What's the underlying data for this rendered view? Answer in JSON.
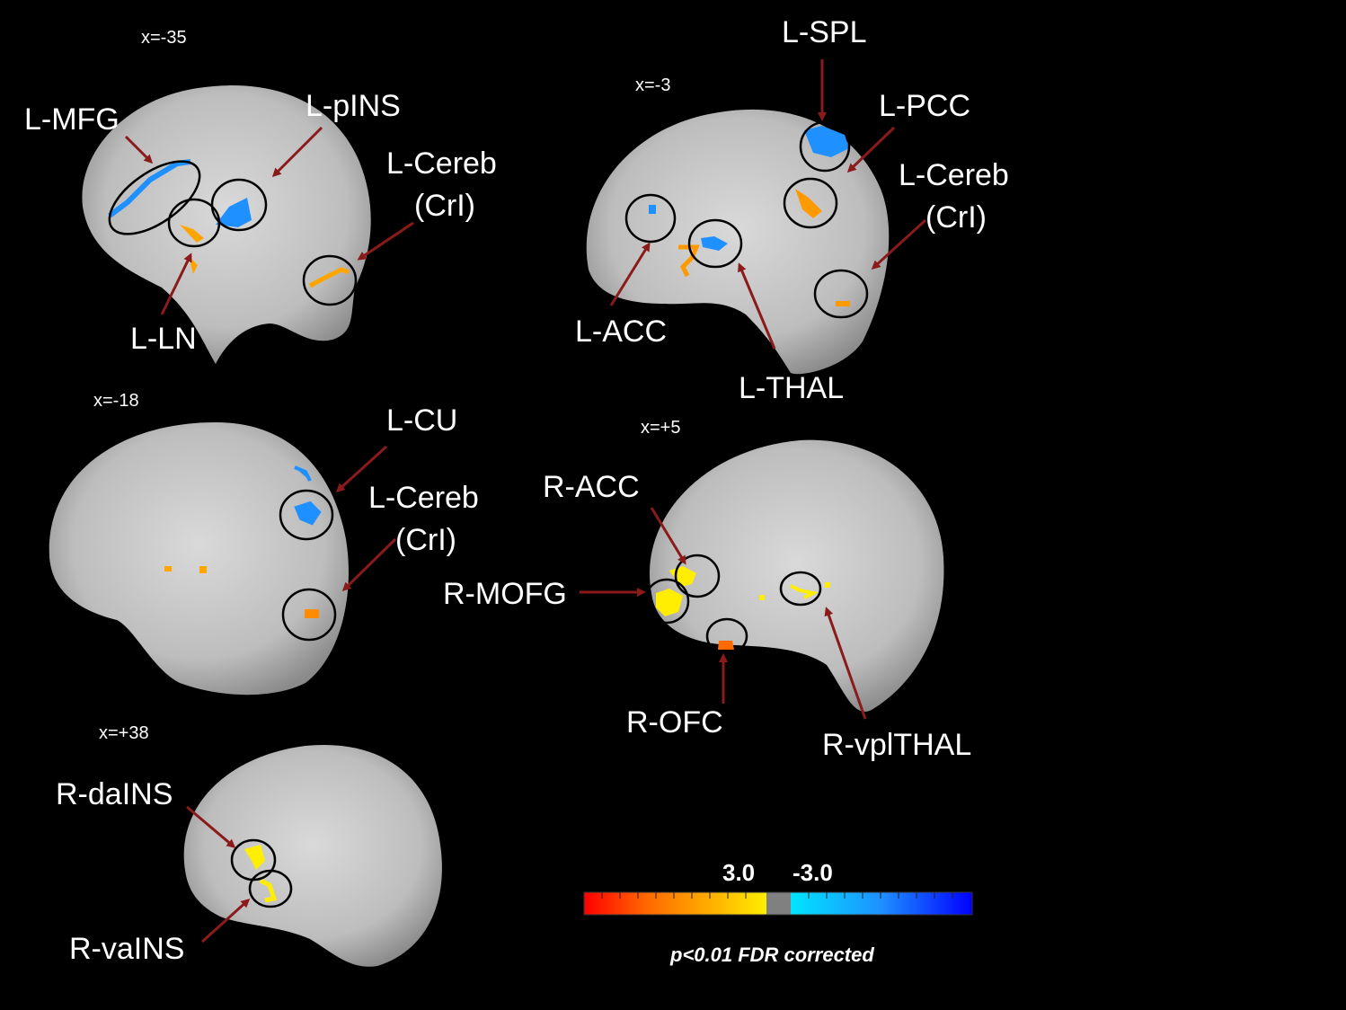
{
  "slices": [
    {
      "id": "s1",
      "label": "x=-35"
    },
    {
      "id": "s2",
      "label": "x=-3"
    },
    {
      "id": "s3",
      "label": "x=-18"
    },
    {
      "id": "s4",
      "label": "x=+5"
    },
    {
      "id": "s5",
      "label": "x=+38"
    }
  ],
  "regions": {
    "l_mfg": "L-MFG",
    "l_pins": "L-pINS",
    "l_cereb1_a": "L-Cereb",
    "l_cereb1_b": "(CrI)",
    "l_ln": "L-LN",
    "l_spl": "L-SPL",
    "l_pcc": "L-PCC",
    "l_cereb2_a": "L-Cereb",
    "l_cereb2_b": "(CrI)",
    "l_acc": "L-ACC",
    "l_thal": "L-THAL",
    "l_cu": "L-CU",
    "l_cereb3_a": "L-Cereb",
    "l_cereb3_b": "(CrI)",
    "r_acc": "R-ACC",
    "r_mofg": "R-MOFG",
    "r_ofc": "R-OFC",
    "r_vplthal": "R-vplTHAL",
    "r_dains": "R-daINS",
    "r_vains": "R-vaINS"
  },
  "colorbar": {
    "pos_tick": "3.0",
    "neg_tick": "-3.0",
    "caption": "p<0.01 FDR corrected",
    "positive_colors": [
      "#ff0000",
      "#ff6a00",
      "#ffb000",
      "#ffee00"
    ],
    "negative_colors": [
      "#00e5ff",
      "#1e90ff",
      "#0000ff"
    ]
  }
}
